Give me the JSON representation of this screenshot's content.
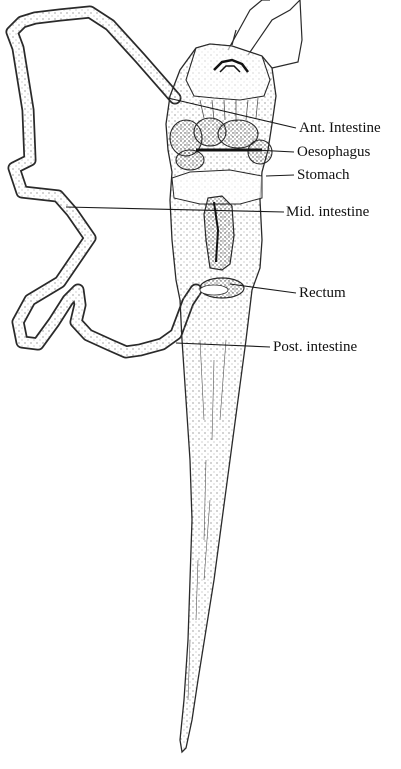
{
  "labels": {
    "ant_intestine": "Ant. Intestine",
    "oesophagus": "Oesophagus",
    "stomach": "Stomach",
    "mid_intestine": "Mid. intestine",
    "rectum": "Rectum",
    "post_intestine": "Post. intestine"
  },
  "colors": {
    "ink": "#2a2a2a",
    "paper": "#ffffff"
  }
}
